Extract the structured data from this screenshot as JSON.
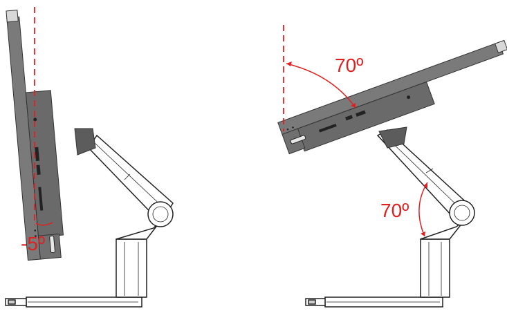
{
  "colors": {
    "annotation": "#e02020",
    "monitor_body": "#707070",
    "monitor_dark": "#505050",
    "stand_outline": "#222222",
    "stand_fill": "#ffffff"
  },
  "panels": [
    {
      "position": "left",
      "angle_label": "-5º"
    },
    {
      "position": "right",
      "top_angle_label": "70º",
      "arm_angle_label": "70º"
    }
  ]
}
